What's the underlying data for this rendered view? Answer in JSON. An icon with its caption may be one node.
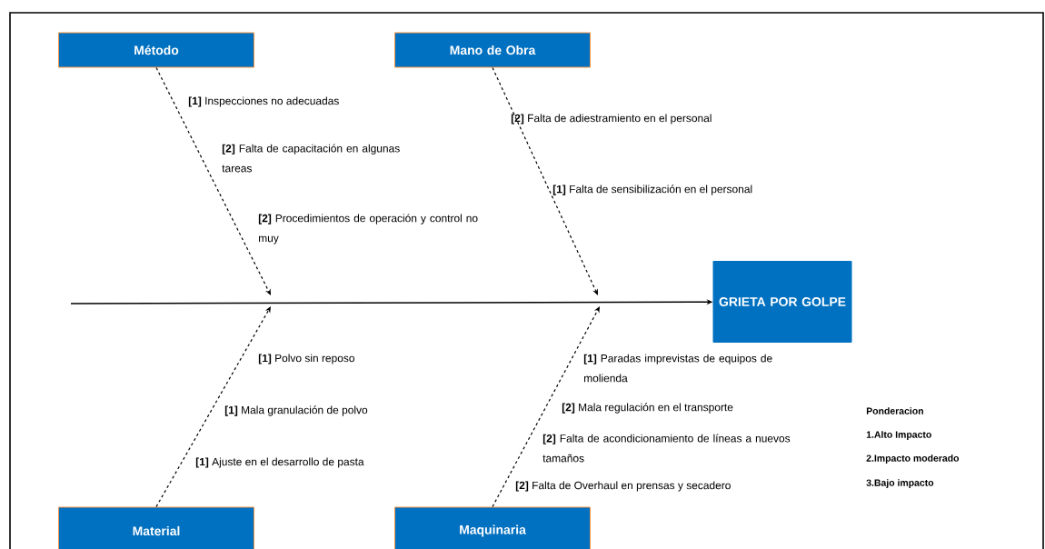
{
  "diagram": {
    "nodes": [
      {
        "text": [
          "Método"
        ]
      },
      {
        "text": [
          "Mano de Obra"
        ]
      },
      {
        "text": [
          "GRIETA POR GOLPE"
        ]
      },
      {
        "text": [
          "Material"
        ]
      },
      {
        "text": [
          "Maquinaria"
        ]
      }
    ],
    "edges": [
      {
        "from": null,
        "to": 2,
        "arrow": "to"
      },
      {
        "from": 0,
        "to": null,
        "arrow": "to",
        "style": "dashed"
      },
      {
        "from": 1,
        "to": null,
        "arrow": "to",
        "style": "dashed"
      },
      {
        "from": 3,
        "to": null,
        "arrow": "to",
        "style": "dashed"
      },
      {
        "from": 4,
        "to": null,
        "arrow": "to",
        "style": "dashed"
      }
    ],
    "labels": [
      "**[1]** Inspecciones no adecuadas",
      "**[2]** Falta de adiestramiento en el personal",
      "**[2]** Falta de capacitación en algunas tareas",
      "**[1]** Falta de sensibilización en el personal",
      "**[2]** Procedimientos de operación y control no muy",
      "**[1]** Polvo sin reposo",
      "**[1]** Paradas imprevistas de equipos de molienda",
      "**[1]** Mala granulación de polvo",
      "**[2]** Mala regulación en el transporte",
      "Ponderacion",
      "**[2]** Falta de acondicionamiento de líneas a nuevos tamaños",
      "1.Alto Impacto",
      "2.Impacto moderado",
      "**[1]** Ajuste en el desarrollo de pasta",
      "**[2]** Falta de Overhaul en prensas y secadero",
      "3.Bajo impacto"
    ]
  }
}
